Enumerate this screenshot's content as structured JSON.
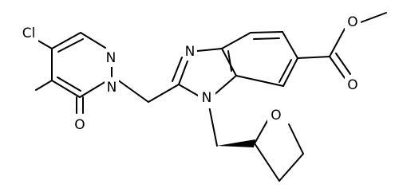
{
  "diagram": {
    "type": "chemical-structure",
    "atom_labels": {
      "cl": "Cl",
      "n_pyridazine_1": "N",
      "n_pyridazine_2": "N",
      "o_pyridazinone": "O",
      "n_imidazole_3": "N",
      "n_imidazole_1": "N",
      "o_ester_carbonyl": "O",
      "o_ester_methoxy": "O",
      "o_oxetane": "O"
    },
    "stereo_bond": "wedge"
  },
  "colors": {
    "ink": "#000000",
    "background": "#ffffff"
  }
}
